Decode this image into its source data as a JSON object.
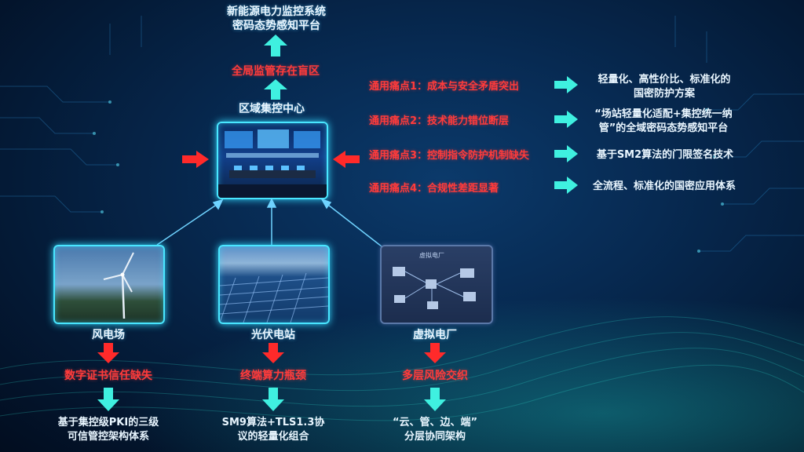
{
  "top": {
    "platform_line1": "新能源电力监控系统",
    "platform_line2": "密码态势感知平台",
    "blind_spot": "全局监管存在盲区",
    "center_label": "区域集控中心"
  },
  "pain_points": [
    {
      "label": "通用痛点1：成本与安全矛盾突出",
      "solution_line1": "轻量化、高性价比、标准化的",
      "solution_line2": "国密防护方案"
    },
    {
      "label": "通用痛点2：技术能力错位断层",
      "solution_line1": "“场站轻量化适配+集控统一纳",
      "solution_line2": "管”的全域密码态势感知平台"
    },
    {
      "label": "通用痛点3：控制指令防护机制缺失",
      "solution_line1": "基于SM2算法的门限签名技术",
      "solution_line2": ""
    },
    {
      "label": "通用痛点4：合规性差距显著",
      "solution_line1": "全流程、标准化的国密应用体系",
      "solution_line2": ""
    }
  ],
  "stations": [
    {
      "name": "风电场",
      "problem": "数字证书信任缺失",
      "solution_line1": "基于集控级PKI的三级",
      "solution_line2": "可信管控架构体系"
    },
    {
      "name": "光伏电站",
      "problem": "终端算力瓶颈",
      "solution_line1": "SM9算法+TLS1.3协",
      "solution_line2": "议的轻量化组合"
    },
    {
      "name": "虚拟电厂",
      "problem": "多层风险交织",
      "solution_line1": "“云、管、边、端”",
      "solution_line2": "分层协同架构"
    }
  ],
  "vpp_diagram_title": "虚拟电厂",
  "colors": {
    "accent_cyan": "#49e6ff",
    "arrow_cyan": "#3ff0e0",
    "alert_red": "#ff3b3b",
    "background": "#041a36"
  }
}
